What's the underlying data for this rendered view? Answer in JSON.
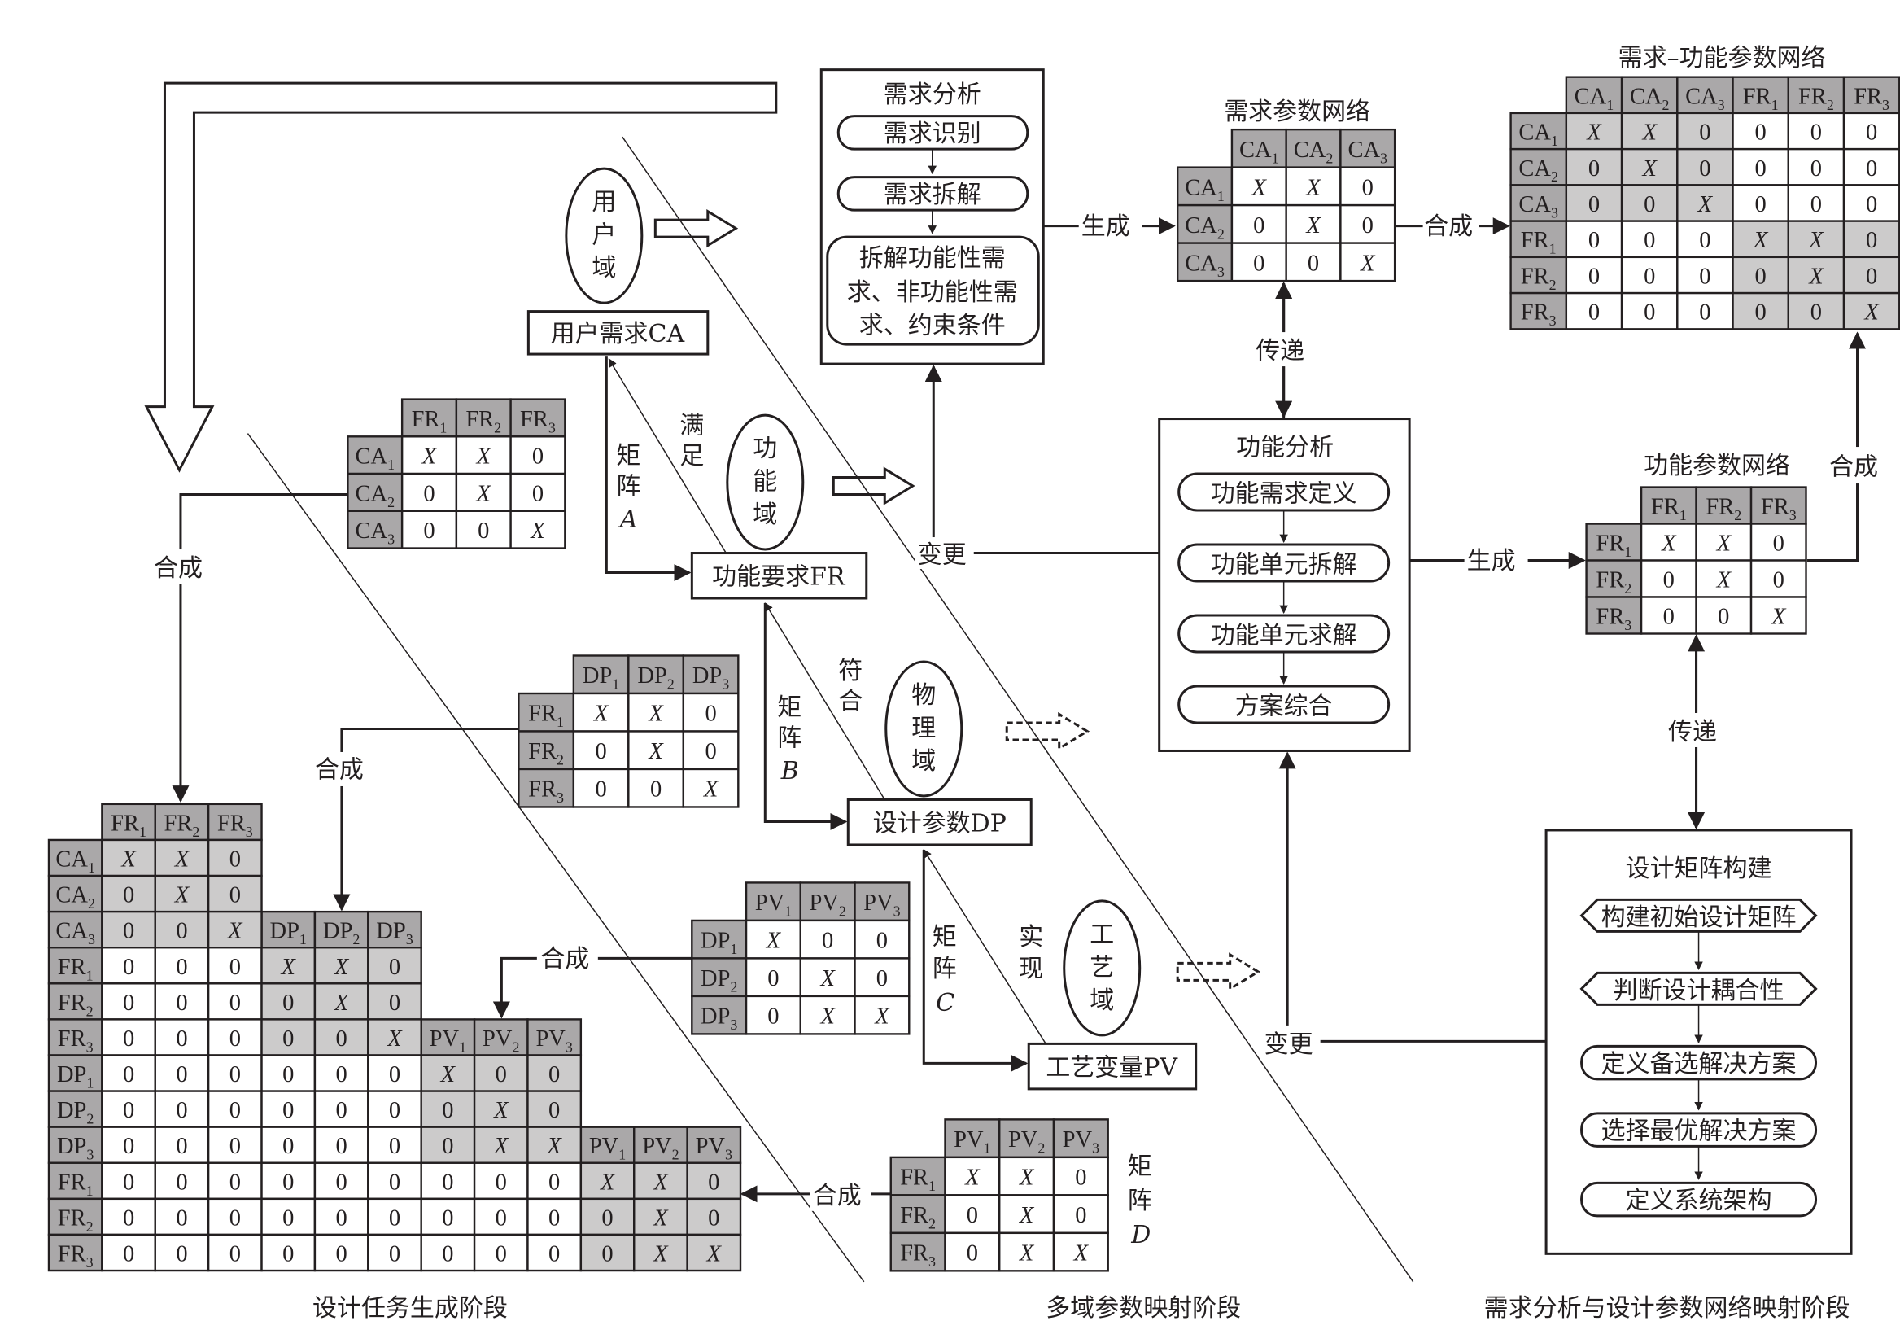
{
  "stages": {
    "design_task": "设计任务生成阶段",
    "multi_domain": "多域参数映射阶段",
    "requirement_analysis": "需求分析与设计参数网络映射阶段"
  },
  "domains": {
    "user": [
      "用",
      "户",
      "域"
    ],
    "function": [
      "功",
      "能",
      "域"
    ],
    "physical": [
      "物",
      "理",
      "域"
    ],
    "process": [
      "工",
      "艺",
      "域"
    ]
  },
  "nodes": {
    "ca": "用户需求CA",
    "fr": "功能要求FR",
    "dp": "设计参数DP",
    "pv": "工艺变量PV"
  },
  "relations": {
    "satisfy": [
      "满",
      "足"
    ],
    "conform": [
      "符",
      "合"
    ],
    "realize": [
      "实",
      "现"
    ],
    "matrix_a": [
      "矩",
      "阵",
      "A"
    ],
    "matrix_b": [
      "矩",
      "阵",
      "B"
    ],
    "matrix_c": [
      "矩",
      "阵",
      "C"
    ],
    "matrix_d": [
      "矩",
      "阵",
      "D"
    ]
  },
  "edge_labels": {
    "compose": "合成",
    "generate": "生成",
    "transfer": "传递",
    "change": "变更"
  },
  "requirement_analysis": {
    "title": "需求分析",
    "steps": [
      "需求识别",
      "需求拆解"
    ],
    "final_lines": [
      "拆解功能性需",
      "求、非功能性需",
      "求、约束条件"
    ]
  },
  "function_analysis": {
    "title": "功能分析",
    "steps": [
      "功能需求定义",
      "功能单元拆解",
      "功能单元求解",
      "方案综合"
    ]
  },
  "design_matrix": {
    "title": "设计矩阵构建",
    "steps": [
      "构建初始设计矩阵",
      "判断设计耦合性",
      "定义备选解决方案",
      "选择最优解决方案",
      "定义系统架构"
    ]
  },
  "network_titles": {
    "requirement": "需求参数网络",
    "function": "功能参数网络",
    "combined": "需求–功能参数网络"
  },
  "matrices": {
    "A": {
      "cols": [
        "FR|1",
        "FR|2",
        "FR|3"
      ],
      "rows": [
        "CA|1",
        "CA|2",
        "CA|3"
      ],
      "cells": [
        [
          "X",
          "X",
          "0"
        ],
        [
          "0",
          "X",
          "0"
        ],
        [
          "0",
          "0",
          "X"
        ]
      ]
    },
    "B": {
      "cols": [
        "DP|1",
        "DP|2",
        "DP|3"
      ],
      "rows": [
        "FR|1",
        "FR|2",
        "FR|3"
      ],
      "cells": [
        [
          "X",
          "X",
          "0"
        ],
        [
          "0",
          "X",
          "0"
        ],
        [
          "0",
          "0",
          "X"
        ]
      ]
    },
    "C": {
      "cols": [
        "PV|1",
        "PV|2",
        "PV|3"
      ],
      "rows": [
        "DP|1",
        "DP|2",
        "DP|3"
      ],
      "cells": [
        [
          "X",
          "0",
          "0"
        ],
        [
          "0",
          "X",
          "0"
        ],
        [
          "0",
          "X",
          "X"
        ]
      ]
    },
    "D": {
      "cols": [
        "PV|1",
        "PV|2",
        "PV|3"
      ],
      "rows": [
        "FR|1",
        "FR|2",
        "FR|3"
      ],
      "cells": [
        [
          "X",
          "X",
          "0"
        ],
        [
          "0",
          "X",
          "0"
        ],
        [
          "0",
          "X",
          "X"
        ]
      ]
    },
    "requirement_network": {
      "cols": [
        "CA|1",
        "CA|2",
        "CA|3"
      ],
      "rows": [
        "CA|1",
        "CA|2",
        "CA|3"
      ],
      "cells": [
        [
          "X",
          "X",
          "0"
        ],
        [
          "0",
          "X",
          "0"
        ],
        [
          "0",
          "0",
          "X"
        ]
      ]
    },
    "function_network": {
      "cols": [
        "FR|1",
        "FR|2",
        "FR|3"
      ],
      "rows": [
        "FR|1",
        "FR|2",
        "FR|3"
      ],
      "cells": [
        [
          "X",
          "X",
          "0"
        ],
        [
          "0",
          "X",
          "0"
        ],
        [
          "0",
          "0",
          "X"
        ]
      ]
    },
    "combined_network": {
      "cols": [
        "CA|1",
        "CA|2",
        "CA|3",
        "FR|1",
        "FR|2",
        "FR|3"
      ],
      "rows": [
        "CA|1",
        "CA|2",
        "CA|3",
        "FR|1",
        "FR|2",
        "FR|3"
      ],
      "cells": [
        [
          "X",
          "X",
          "0",
          "0",
          "0",
          "0"
        ],
        [
          "0",
          "X",
          "0",
          "0",
          "0",
          "0"
        ],
        [
          "0",
          "0",
          "X",
          "0",
          "0",
          "0"
        ],
        [
          "0",
          "0",
          "0",
          "X",
          "X",
          "0"
        ],
        [
          "0",
          "0",
          "0",
          "0",
          "X",
          "0"
        ],
        [
          "0",
          "0",
          "0",
          "0",
          "0",
          "X"
        ]
      ],
      "shaded_blocks": [
        [
          0,
          0
        ],
        [
          1,
          1
        ]
      ]
    },
    "design_task_matrix": {
      "rows": [
        "CA|1",
        "CA|2",
        "CA|3",
        "FR|1",
        "FR|2",
        "FR|3",
        "DP|1",
        "DP|2",
        "DP|3",
        "FR|1",
        "FR|2",
        "FR|3"
      ],
      "block_headers": [
        [
          "FR|1",
          "FR|2",
          "FR|3"
        ],
        [
          "DP|1",
          "DP|2",
          "DP|3"
        ],
        [
          "PV|1",
          "PV|2",
          "PV|3"
        ],
        [
          "PV|1",
          "PV|2",
          "PV|3"
        ]
      ],
      "cells": [
        [
          "X",
          "X",
          "0"
        ],
        [
          "0",
          "X",
          "0"
        ],
        [
          "0",
          "0",
          "X"
        ],
        [
          "0",
          "0",
          "0",
          "X",
          "X",
          "0"
        ],
        [
          "0",
          "0",
          "0",
          "0",
          "X",
          "0"
        ],
        [
          "0",
          "0",
          "0",
          "0",
          "0",
          "X"
        ],
        [
          "0",
          "0",
          "0",
          "0",
          "0",
          "0",
          "X",
          "0",
          "0"
        ],
        [
          "0",
          "0",
          "0",
          "0",
          "0",
          "0",
          "0",
          "X",
          "0"
        ],
        [
          "0",
          "0",
          "0",
          "0",
          "0",
          "0",
          "0",
          "X",
          "X"
        ],
        [
          "0",
          "0",
          "0",
          "0",
          "0",
          "0",
          "0",
          "0",
          "0",
          "X",
          "X",
          "0"
        ],
        [
          "0",
          "0",
          "0",
          "0",
          "0",
          "0",
          "0",
          "0",
          "0",
          "0",
          "X",
          "0"
        ],
        [
          "0",
          "0",
          "0",
          "0",
          "0",
          "0",
          "0",
          "0",
          "0",
          "0",
          "X",
          "X"
        ]
      ]
    }
  }
}
